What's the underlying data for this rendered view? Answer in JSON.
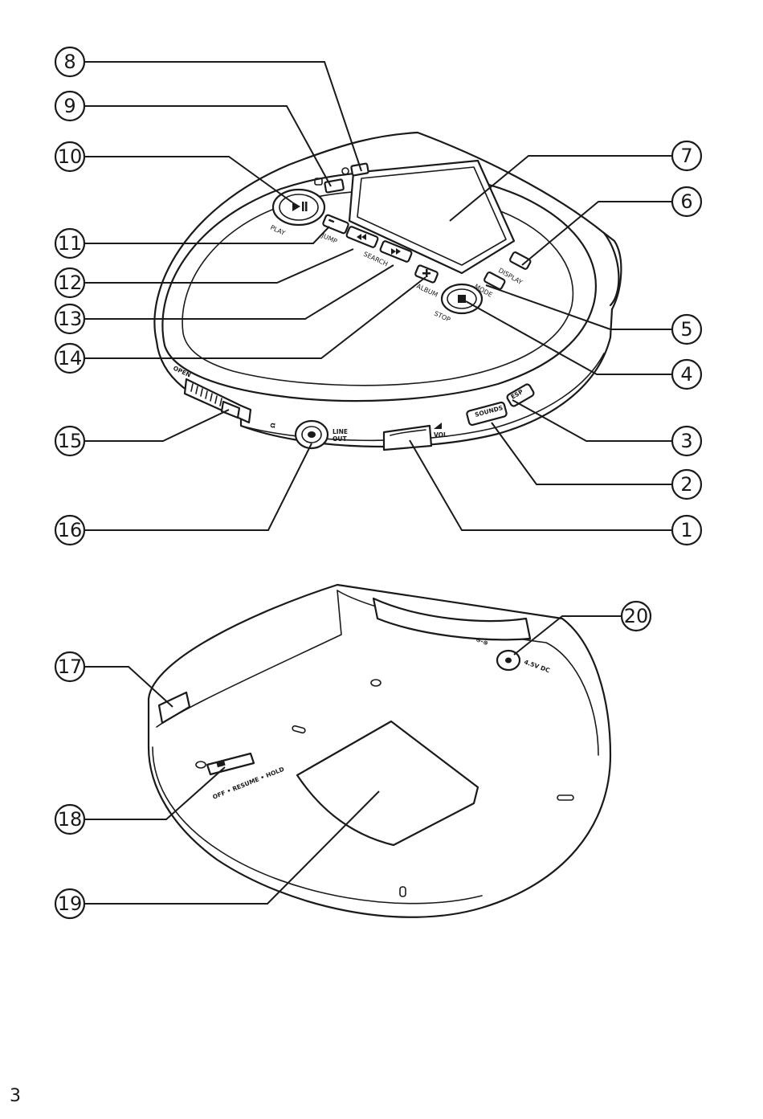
{
  "page_number": "3",
  "device_labels": {
    "play": "PLAY",
    "jump": "JUMP",
    "search": "SEARCH",
    "album": "ALBUM",
    "display": "DISPLAY",
    "mode": "MODE",
    "stop": "STOP",
    "open": "OPEN",
    "esp": "ESP",
    "sounds": "SOUNDS",
    "vol": "VOL",
    "line": "LINE",
    "out": "OUT",
    "dc": "4.5V DC",
    "hold_switch": "OFF • RESUME • HOLD"
  },
  "callouts": [
    "1",
    "2",
    "3",
    "4",
    "5",
    "6",
    "7",
    "8",
    "9",
    "10",
    "11",
    "12",
    "13",
    "14",
    "15",
    "16",
    "17",
    "18",
    "19",
    "20"
  ]
}
